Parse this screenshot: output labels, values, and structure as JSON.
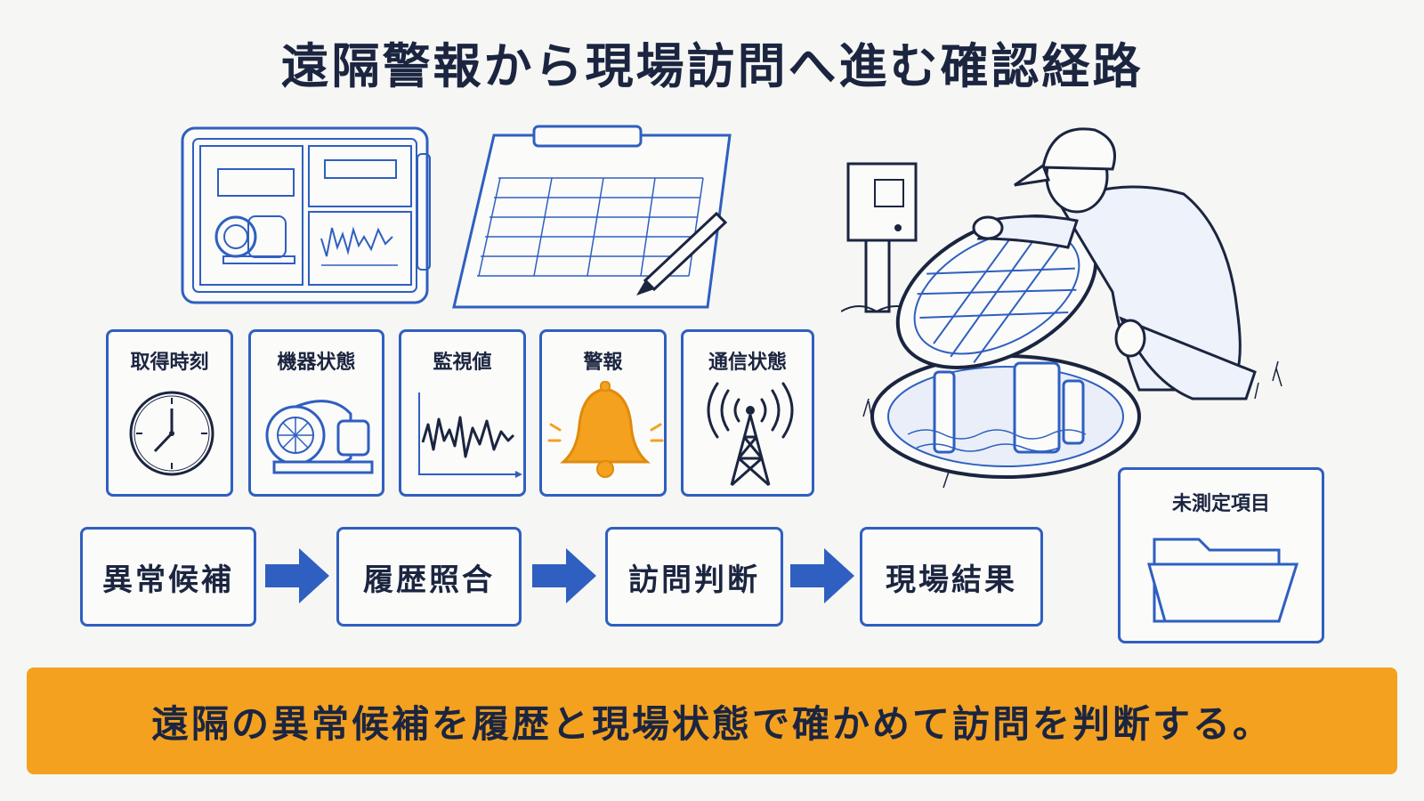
{
  "title": "遠隔警報から現場訪問へ進む確認経路",
  "data_items": [
    {
      "label": "取得時刻",
      "icon": "clock-icon"
    },
    {
      "label": "機器状態",
      "icon": "motor-icon"
    },
    {
      "label": "監視値",
      "icon": "waveform-chart-icon"
    },
    {
      "label": "警報",
      "icon": "bell-icon"
    },
    {
      "label": "通信状態",
      "icon": "antenna-tower-icon"
    }
  ],
  "flow_steps": [
    "異常候補",
    "履歴照合",
    "訪問判断",
    "現場結果"
  ],
  "pending_box": {
    "label": "未測定項目",
    "icon": "folder-icon"
  },
  "banner_text": "遠隔の異常候補を履歴と現場状態で確かめて訪問を判断する。",
  "colors": {
    "accent_blue": "#2f5fc0",
    "alert_orange": "#f4a11f",
    "text_navy": "#1b2540",
    "background": "#f6f6f4"
  }
}
